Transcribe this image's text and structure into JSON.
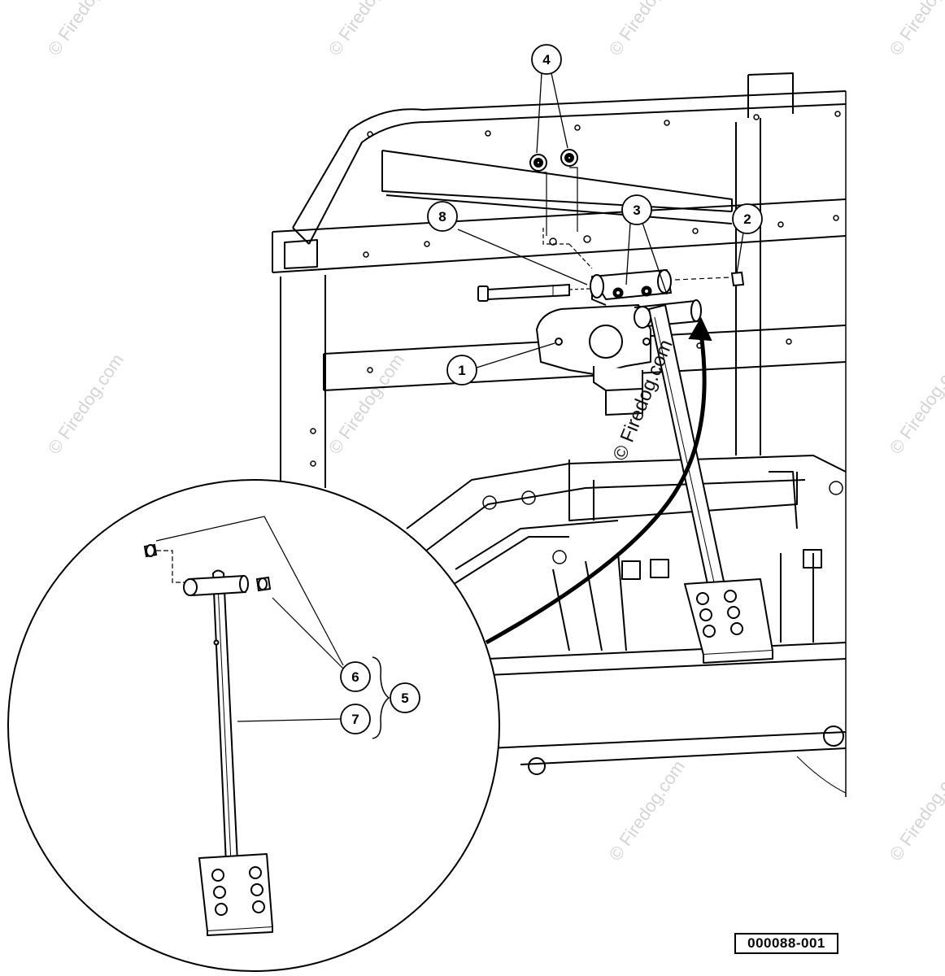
{
  "callouts": [
    {
      "id": "1",
      "label": "1"
    },
    {
      "id": "2",
      "label": "2"
    },
    {
      "id": "3",
      "label": "3"
    },
    {
      "id": "4",
      "label": "4"
    },
    {
      "id": "5",
      "label": "5"
    },
    {
      "id": "6",
      "label": "6"
    },
    {
      "id": "7",
      "label": "7"
    },
    {
      "id": "8",
      "label": "8"
    }
  ],
  "watermark": "© Firedog.com",
  "figure_id": "000088-001",
  "colors": {
    "line": "#000000",
    "watermark": "#d4d4d4",
    "background": "#ffffff"
  }
}
